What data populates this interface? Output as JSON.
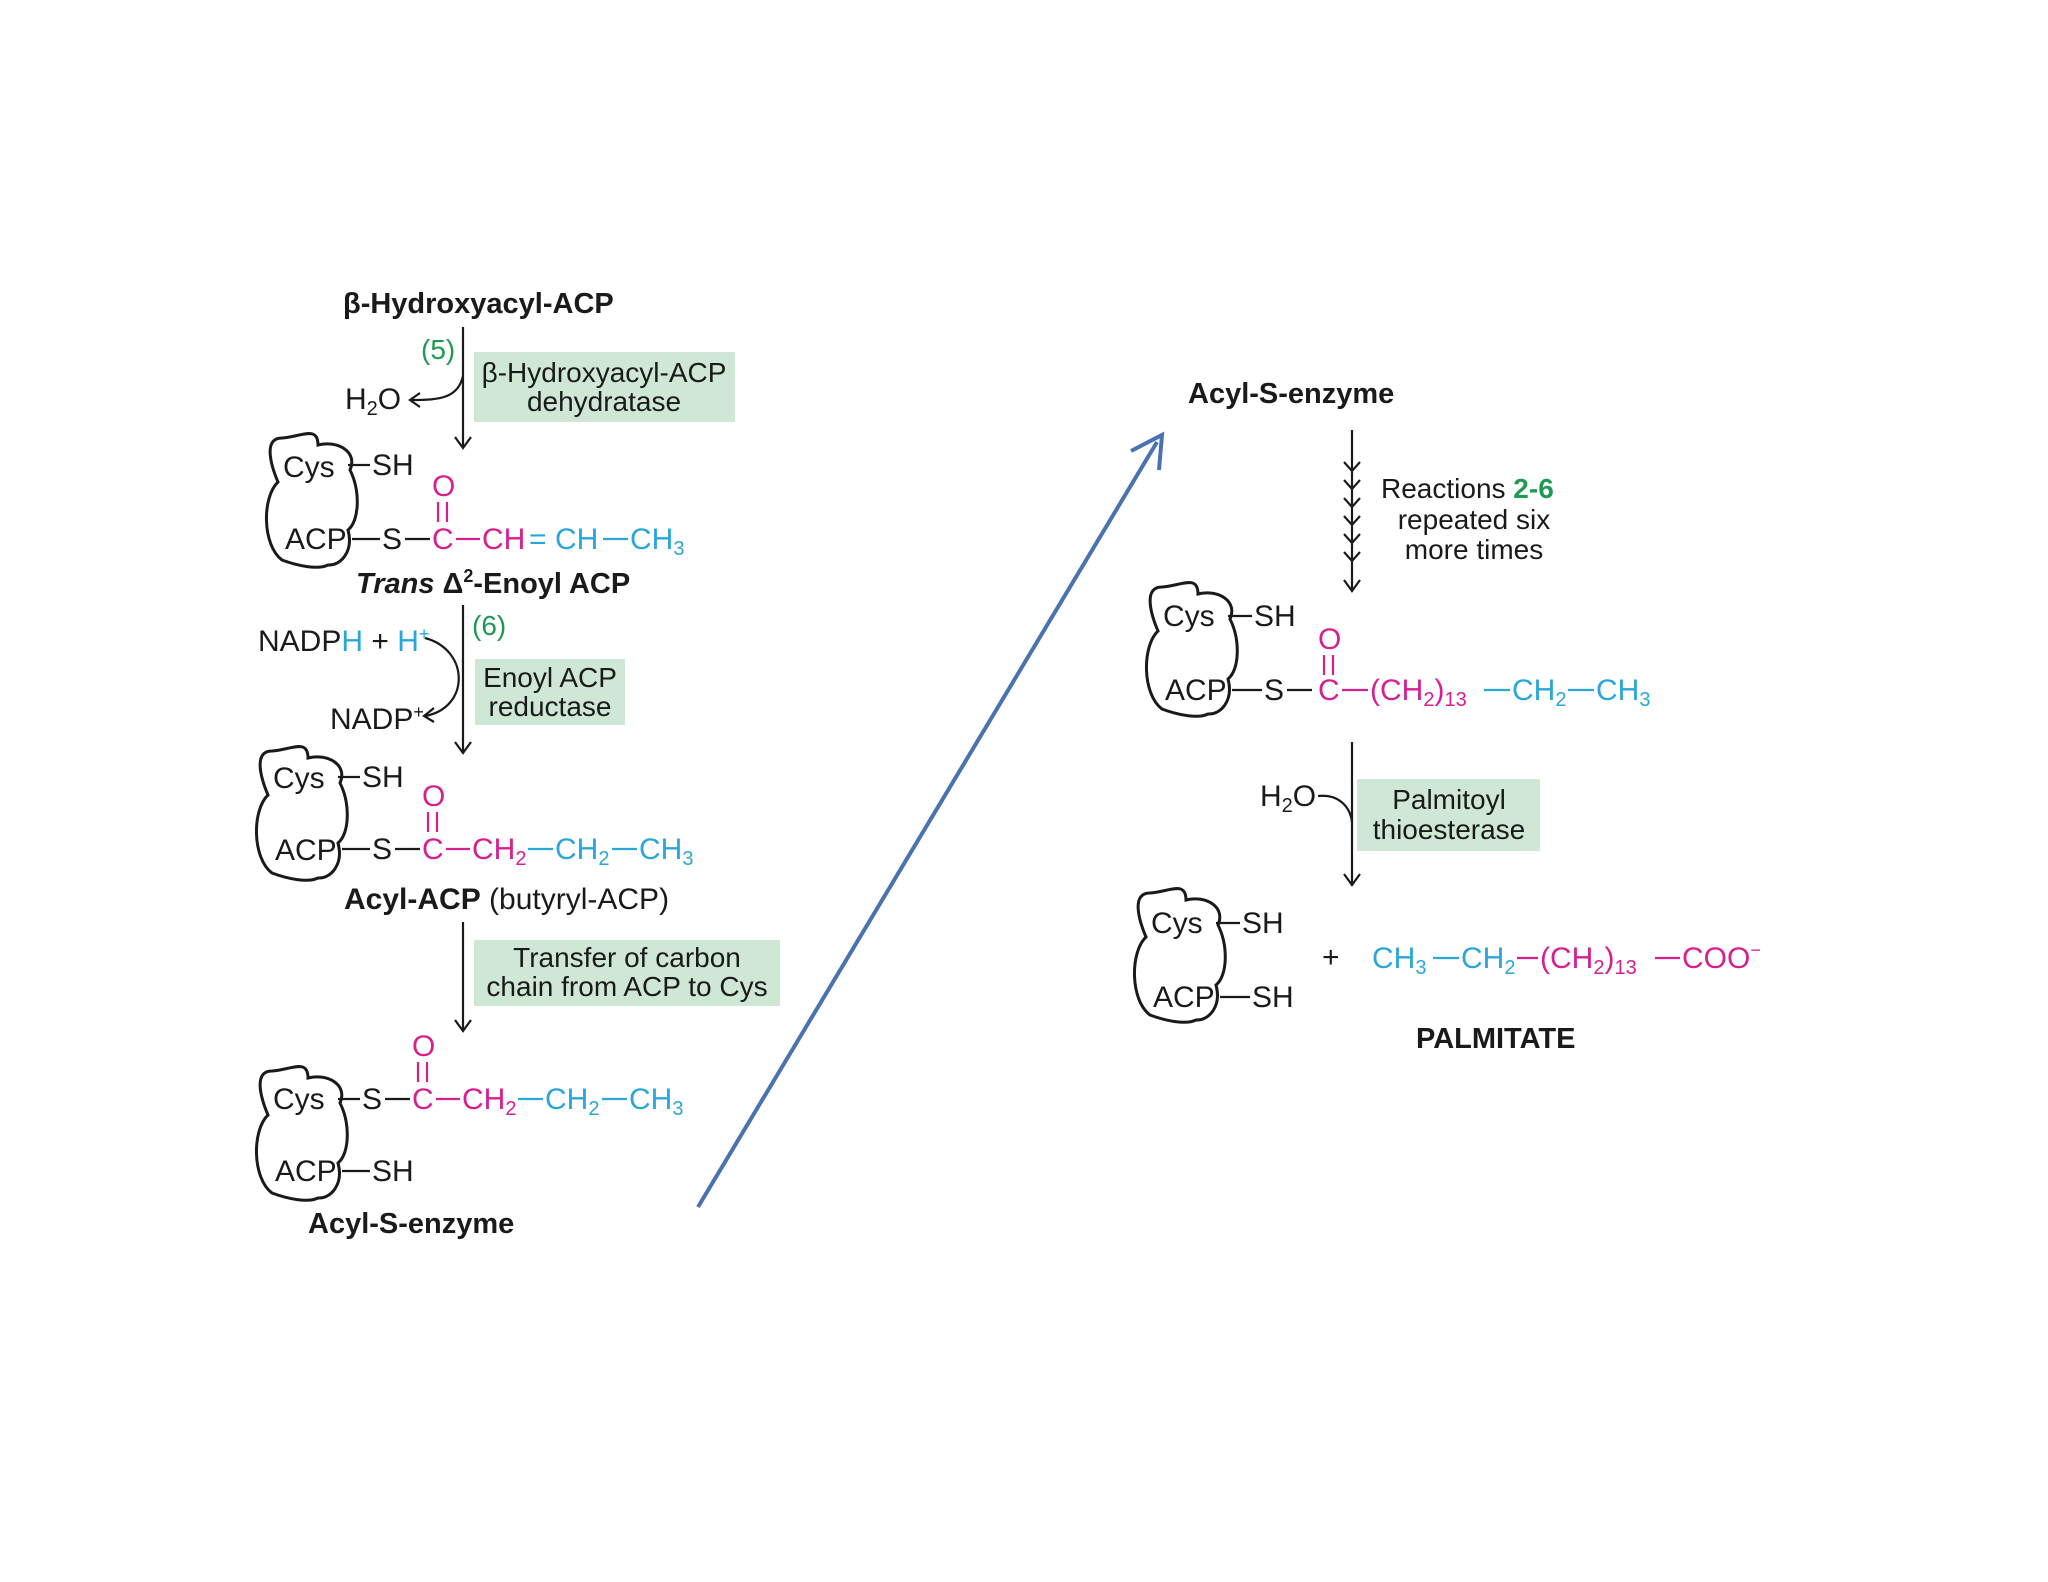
{
  "left": {
    "start_label": "β-Hydroxyacyl-ACP",
    "step5": {
      "num": "(5)",
      "water": "H",
      "water_sub": "2",
      "water_o": "O",
      "enzyme_line1": "β-Hydroxyacyl-ACP",
      "enzyme_line2": "dehydratase"
    },
    "enoyl": {
      "cys": "Cys",
      "acp": "ACP",
      "sh": "SH",
      "s": "S",
      "o": "O",
      "c": "C",
      "chain1": "CH",
      "eq": "=",
      "chain2": "CH",
      "chain3": "CH",
      "ch3_sub": "3",
      "name_italic": "Trans",
      "name_delta": "Δ",
      "name_sup": "2",
      "name_rest": "-Enoyl ACP"
    },
    "step6": {
      "num": "(6)",
      "nadph_a": "NADP",
      "nadph_h": "H",
      "plus": " + ",
      "h": "H",
      "h_sup": "+",
      "nadp": "NADP",
      "nadp_sup": "+",
      "enzyme_line1": "Enoyl ACP",
      "enzyme_line2": "reductase"
    },
    "acyl_acp": {
      "cys": "Cys",
      "acp": "ACP",
      "sh": "SH",
      "s": "S",
      "o": "O",
      "c": "C",
      "ch2": "CH",
      "ch2_sub": "2",
      "ch3": "CH",
      "ch3_sub": "3",
      "name_bold": "Acyl-ACP",
      "name_plain": " (butyryl-ACP)"
    },
    "transfer": {
      "line1": "Transfer of carbon",
      "line2": "chain from ACP to Cys"
    },
    "acyl_s_enzyme": {
      "cys": "Cys",
      "acp": "ACP",
      "sh": "SH",
      "s": "S",
      "o": "O",
      "c": "C",
      "ch2": "CH",
      "ch2_sub": "2",
      "ch3": "CH",
      "ch3_sub": "3",
      "name": "Acyl-S-enzyme"
    }
  },
  "right": {
    "start_label": "Acyl-S-enzyme",
    "repeat": {
      "line1_a": "Reactions ",
      "line1_b": "2-6",
      "line2": "repeated six",
      "line3": "more times"
    },
    "long_chain": {
      "cys": "Cys",
      "acp": "ACP",
      "sh": "SH",
      "s": "S",
      "o": "O",
      "c": "C",
      "mid": "(CH",
      "mid_sub": "2",
      "mid_close": ")",
      "mid_n": "13",
      "ch2": "CH",
      "ch2_sub": "2",
      "ch3": "CH",
      "ch3_sub": "3"
    },
    "thioesterase": {
      "water": "H",
      "water_sub": "2",
      "water_o": "O",
      "line1": "Palmitoyl",
      "line2": "thioesterase"
    },
    "products": {
      "cys": "Cys",
      "acp": "ACP",
      "sh1": "SH",
      "sh2": "SH",
      "plus": "+",
      "ch3": "CH",
      "ch3_sub": "3",
      "ch2": "CH",
      "ch2_sub": "2",
      "mid": "(CH",
      "mid_sub": "2",
      "mid_close": ")",
      "mid_n": "13",
      "coo": "COO",
      "coo_sup": "−",
      "name": "PALMITATE"
    }
  },
  "colors": {
    "carbonyl": "#d6208e",
    "chain": "#2aa7d8",
    "step_number": "#1f9a52",
    "enzyme_box": "#cfe8d6",
    "connector_arrow": "#4a72b0"
  }
}
